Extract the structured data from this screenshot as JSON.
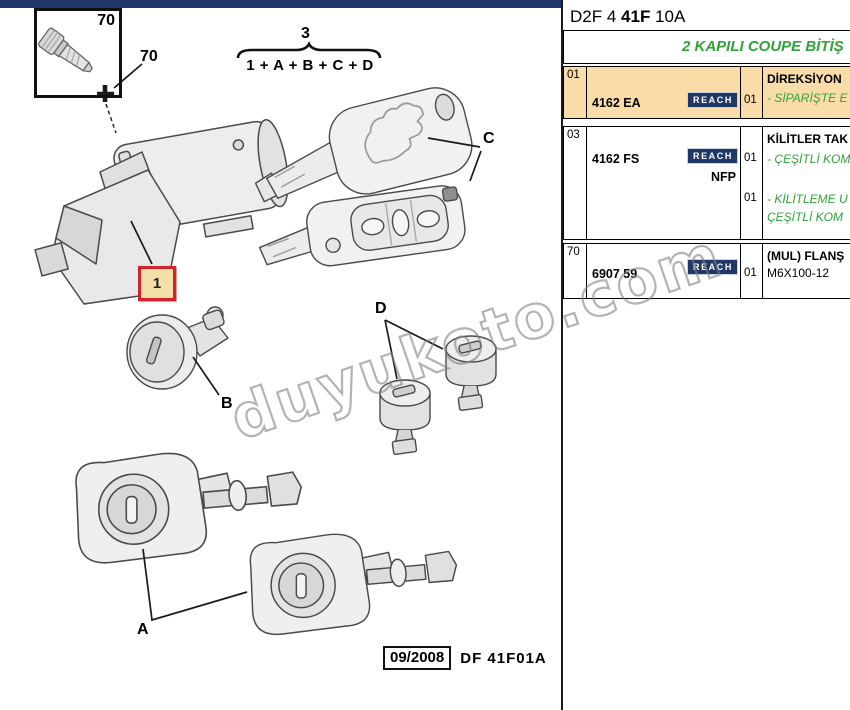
{
  "doc": {
    "code_left": "D2F 4 ",
    "code_bold": "41F",
    "code_right": " 10A",
    "footer_date": "09/2008",
    "footer_code": "DF 41F01A",
    "watermark": "duyukoto.com"
  },
  "diagram": {
    "labels": {
      "screw_box": "70",
      "screw_callout": "70",
      "group_number": "3",
      "group_formula": "1 + A + B + C + D",
      "main_part": "1",
      "keys_label": "C",
      "cylinder_label": "B",
      "caps_label": "D",
      "door_locks_label": "A"
    }
  },
  "table": {
    "subtitle": "2 KAPILI COUPE BİTİŞ",
    "rows": [
      {
        "ref": "01",
        "part": "4162 EA",
        "badge": "REACH",
        "title": "DİREKSİYON",
        "items": [
          {
            "qty": "01",
            "text": "- SİPARİŞTE E"
          }
        ]
      },
      {
        "ref": "03",
        "part": "4162 FS",
        "badge": "REACH",
        "note": "NFP",
        "title": "KİLİTLER TAK",
        "items": [
          {
            "qty": "01",
            "text": "- ÇEŞİTLİ KOM"
          },
          {
            "qty": "01",
            "text": "- KİLİTLEME U",
            "text2": "ÇEŞİTLİ KOM"
          }
        ]
      },
      {
        "ref": "70",
        "part": "6907 59",
        "badge": "REACH",
        "title": "(MUL) FLANŞ",
        "items": [
          {
            "qty": "01",
            "text": "M6X100-12"
          }
        ]
      }
    ]
  },
  "colors": {
    "navy": "#1F3868",
    "green": "#2FA339",
    "tan": "#FADCA8",
    "red": "#D2232A"
  }
}
